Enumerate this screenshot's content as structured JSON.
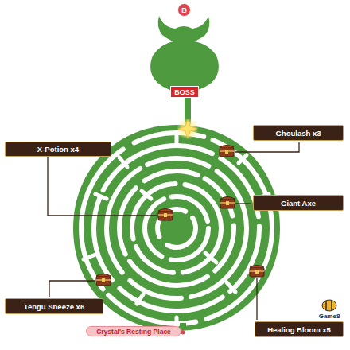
{
  "diagram": {
    "nodes": [
      {
        "text": [
          "B"
        ]
      },
      {
        "text": [
          "BOSS"
        ]
      },
      {
        "text": [
          "Ghoulash x3"
        ]
      },
      {
        "text": [
          "X-Potion x4"
        ]
      },
      {
        "text": [
          "Giant Axe"
        ]
      },
      {
        "text": [
          "Tengu Sneeze x6"
        ]
      },
      {
        "text": [
          "Healing Bloom x5"
        ]
      },
      {
        "text": [
          "Crystal's Resting Place"
        ]
      }
    ],
    "labels": [
      "Game8"
    ]
  }
}
